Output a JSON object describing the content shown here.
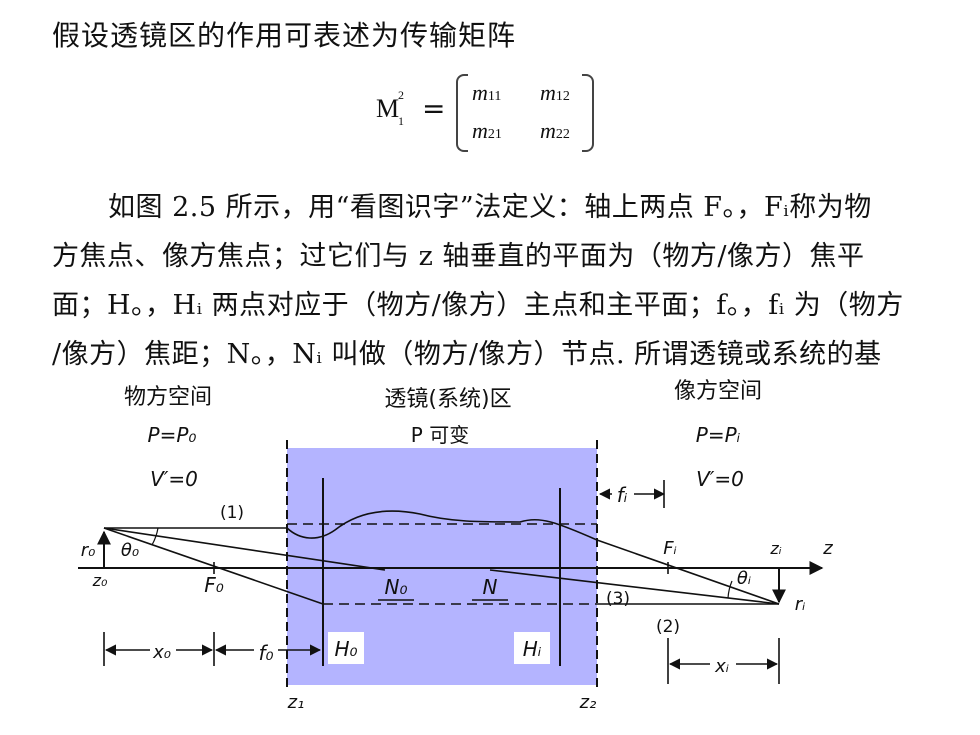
{
  "intro_line": "假设透镜区的作用可表述为传输矩阵",
  "matrix": {
    "lhs": "M",
    "lhs_sup": "2",
    "lhs_sub": "1",
    "equals": "=",
    "m11": {
      "base": "m",
      "sub": "11"
    },
    "m12": {
      "base": "m",
      "sub": "12"
    },
    "m21": {
      "base": "m",
      "sub": "21"
    },
    "m22": {
      "base": "m",
      "sub": "22"
    }
  },
  "paragraph": [
    "如图 2.5 所示，用“看图识字”法定义：轴上两点 F。，Fᵢ称为物",
    "方焦点、像方焦点；过它们与 z 轴垂直的平面为（物方/像方）焦平",
    "面；H。，Hᵢ 两点对应于（物方/像方）主点和主平面；f。，fᵢ 为（物方",
    "/像方）焦距；N。，Nᵢ 叫做（物方/像方）节点. 所谓透镜或系统的基"
  ],
  "figure": {
    "colors": {
      "lens_region": "#b4b4ff",
      "line": "#111111"
    },
    "regions": {
      "object_space": {
        "title": "物方空间",
        "p_eq": "P=P₀",
        "v_eq": "V′=0"
      },
      "lens_region": {
        "title": "透镜(系统)区",
        "p_note": "P 可变"
      },
      "image_space": {
        "title": "像方空间",
        "p_eq": "P=Pᵢ",
        "v_eq": "V′=0"
      }
    },
    "labels": {
      "ray1": "(1)",
      "ray2": "(2)",
      "ray3": "(3)",
      "r0": "r₀",
      "theta0": "θ₀",
      "z0": "z₀",
      "F0": "F₀",
      "N0": "N₀",
      "Ni": "N",
      "Fi": "Fᵢ",
      "zi": "zᵢ",
      "z_axis": "z",
      "thetai": "θᵢ",
      "ri": "rᵢ",
      "fi": "fᵢ",
      "x0": "x₀",
      "f0": "f₀",
      "H0": "H₀",
      "Hi": "Hᵢ",
      "xi": "xᵢ",
      "z1": "z₁",
      "z2": "z₂"
    }
  }
}
